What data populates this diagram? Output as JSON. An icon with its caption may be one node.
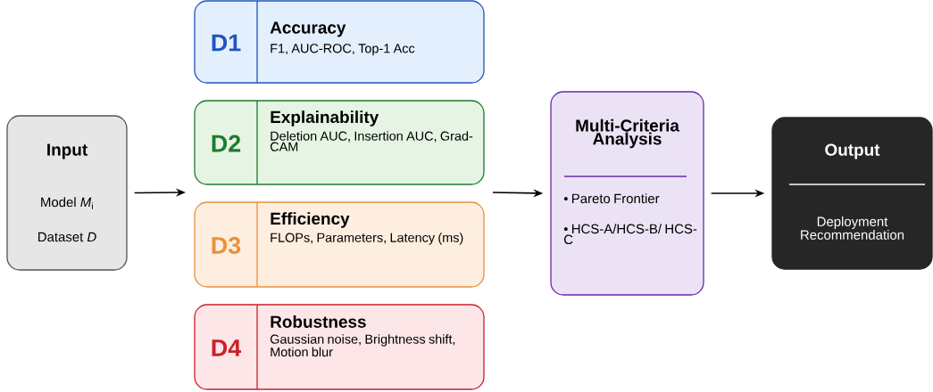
{
  "diagram": {
    "nodes": [
      {
        "text": [
          "Input",
          "Model *M*$_{i}$",
          "Dataset *D*"
        ]
      },
      {
        "text": [
          "D1",
          "Accuracy",
          "F1, AUC-ROC, Top-1 Acc"
        ]
      },
      {
        "text": [
          "D2",
          "Explainability",
          "Deletion AUC, Insertion AUC, Grad-CAM"
        ]
      },
      {
        "text": [
          "D3",
          "Efficiency",
          "FLOPs, Parameters, Latency (ms)"
        ]
      },
      {
        "text": [
          "D4",
          "Robustness",
          "Gaussian noise, Brightness shift, Motion blur"
        ]
      },
      {
        "text": [
          "Multi-Criteria Analysis",
          "• Pareto Frontier",
          "• HCS-A/HCS-B/ HCS-C"
        ]
      },
      {
        "text": [
          "Output",
          "Deployment Recommendation"
        ]
      }
    ],
    "edges": [
      {
        "from": 0,
        "to": null,
        "arrow": "to"
      },
      {
        "from": null,
        "to": 5,
        "arrow": "to"
      },
      {
        "from": 5,
        "to": 6,
        "arrow": "to"
      }
    ]
  }
}
